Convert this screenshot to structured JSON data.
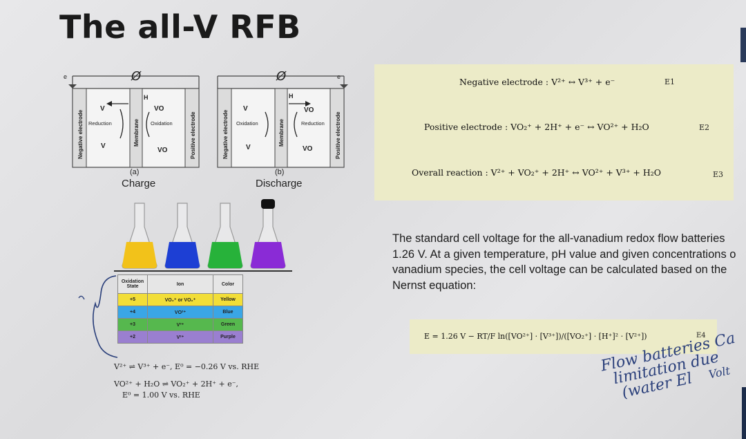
{
  "slide": {
    "title": "The all-V RFB"
  },
  "cell_diagrams": {
    "charge": {
      "caption_letter": "(a)",
      "caption": "Charge",
      "electron": "e",
      "proton": "H",
      "left_label": "Negative electrode",
      "membrane_label": "Membrane",
      "right_label": "Positive electrode",
      "left_process": "Reduction",
      "right_process": "Oxidation",
      "left_top": "V",
      "left_bottom": "V",
      "right_top": "VO",
      "right_bottom": "VO",
      "source_symbol": "Ø"
    },
    "discharge": {
      "caption_letter": "(b)",
      "caption": "Discharge",
      "electron": "e",
      "proton": "H",
      "left_label": "Negative electrode",
      "membrane_label": "Membrane",
      "right_label": "Positive electrode",
      "left_process": "Oxidation",
      "right_process": "Reduction",
      "left_top": "V",
      "left_bottom": "V",
      "right_top": "VO",
      "right_bottom": "VO",
      "source_symbol": "Ø"
    }
  },
  "flasks": [
    {
      "color": "#f2c21a"
    },
    {
      "color": "#1d3fd4"
    },
    {
      "color": "#27b23a"
    },
    {
      "color": "#8a2bd6"
    }
  ],
  "color_table": {
    "headers": [
      "Oxidation State",
      "Ion",
      "Color"
    ],
    "rows": [
      {
        "state": "+5",
        "ion": "VO₂⁺ or VO₂⁺",
        "color": "Yellow",
        "bg": "#f2de38"
      },
      {
        "state": "+4",
        "ion": "VO²⁺",
        "color": "Blue",
        "bg": "#3aa6e6"
      },
      {
        "state": "+3",
        "ion": "V³⁺",
        "color": "Green",
        "bg": "#56b84e"
      },
      {
        "state": "+2",
        "ion": "V²⁺",
        "color": "Purple",
        "bg": "#9a7fd0"
      }
    ]
  },
  "half_reactions": {
    "line1": "V²⁺ ⇌ V³⁺ + e⁻,   E⁰ = −0.26 V vs. RHE",
    "line2": "VO²⁺ + H₂O ⇌ VO₂⁺ + 2H⁺ + e⁻,",
    "line3": "E⁰ = 1.00 V vs. RHE"
  },
  "equations": {
    "negative": "Negative electrode : V²⁺ ↔ V³⁺ + e⁻",
    "negative_label": "E1",
    "positive": "Positive electrode : VO₂⁺ + 2H⁺ + e⁻ ↔ VO²⁺ + H₂O",
    "positive_label": "E2",
    "overall": "Overall reaction : V²⁺ + VO₂⁺ + 2H⁺ ↔ VO²⁺ + V³⁺ + H₂O",
    "overall_label": "E3",
    "nernst": "E = 1.26 V − RT/F ln([VO²⁺] · [V³⁺])/([VO₂⁺] · [H⁺]² · [V²⁺])",
    "nernst_label": "E4"
  },
  "paragraph": {
    "line1": "The standard cell voltage for the all-vanadium redox flow batteries",
    "line2": "1.26 V. At a given temperature, pH value and given concentrations o",
    "line3": "vanadium species, the cell voltage can be calculated based on the",
    "line4": "Nernst equation:"
  },
  "handwriting": {
    "line1": "Flow batteries Ca",
    "line2": "limitation due",
    "line3": "(water El",
    "line4": "Volt"
  },
  "colors": {
    "equation_panel": "#ecebc8",
    "ink": "#2a3f7a"
  }
}
